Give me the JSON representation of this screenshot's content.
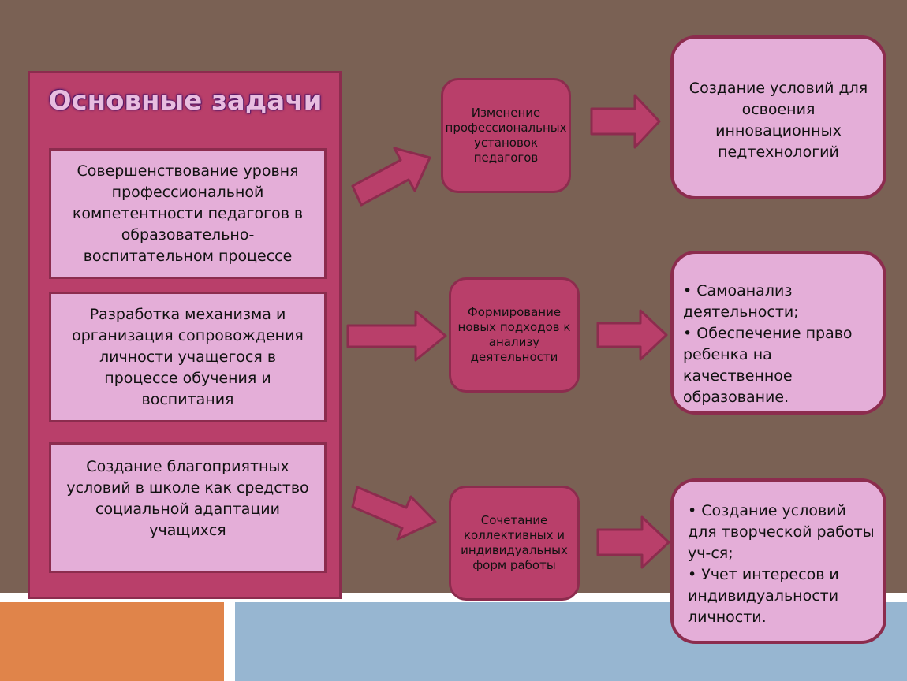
{
  "title": "Основные задачи",
  "tasks": [
    "Совершенствование уровня профессиональной компетентности педагогов в образовательно-воспитательном процессе",
    "Разработка механизма и организация сопровождения личности учащегося в процессе обучения и воспитания",
    "Создание благоприятных условий в школе как средство социальной адаптации учащихся"
  ],
  "middle": {
    "m1": "Изменение профессиональных установок педагогов",
    "m2": "Формирование новых подходов к анализу деятельности",
    "m3": "Сочетание коллективных и индивидуальных форм работы"
  },
  "results": {
    "r1": "Создание условий для освоения инновационных педтехнологий",
    "r2": [
      "• Самоанализ деятельности;",
      "• Обеспечение право ребенка на качественное образование."
    ],
    "r3": [
      "• Создание условий для творческой работы уч-ся;",
      "• Учет интересов и индивидуальности личности."
    ]
  },
  "colors": {
    "background": "#7a6154",
    "panel": "#b93f6a",
    "box_light": "#e4aed8",
    "border": "#8c2c4e",
    "title_text": "#e8bde0"
  }
}
